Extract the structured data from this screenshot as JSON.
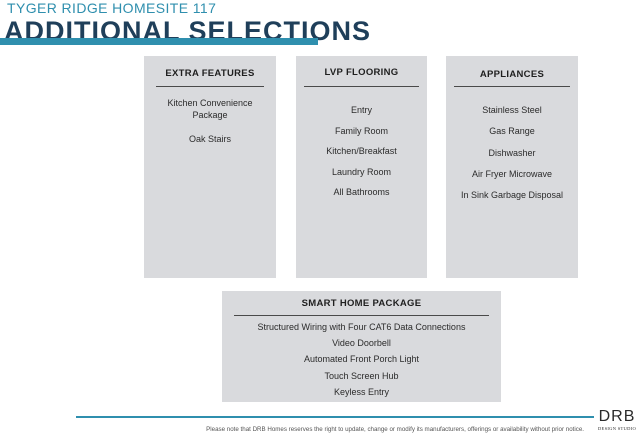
{
  "header": {
    "kicker": "TYGER RIDGE HOMESITE 117",
    "title": "ADDITIONAL SELECTIONS"
  },
  "panels": {
    "extra_features": {
      "title": "EXTRA FEATURES",
      "items": [
        "Kitchen Convenience Package",
        "Oak Stairs"
      ]
    },
    "lvp_flooring": {
      "title": "LVP FLOORING",
      "items": [
        "Entry",
        "Family Room",
        "Kitchen/Breakfast",
        "Laundry Room",
        "All Bathrooms"
      ]
    },
    "appliances": {
      "title": "APPLIANCES",
      "items": [
        "Stainless Steel",
        "Gas Range",
        "Dishwasher",
        "Air Fryer Microwave",
        "In Sink Garbage Disposal"
      ]
    },
    "smart_home": {
      "title": "SMART HOME PACKAGE",
      "items": [
        "Structured Wiring with Four CAT6 Data Connections",
        "Video Doorbell",
        "Automated Front Porch Light",
        "Touch Screen Hub",
        "Keyless Entry"
      ]
    }
  },
  "footer": {
    "disclaimer": "Please note that DRB Homes reserves the right to update, change or modify its manufacturers, offerings or availability without prior notice.",
    "logo_mark": "DRB",
    "logo_sub": "DESIGN STUDIO"
  },
  "colors": {
    "accent": "#2f8fae",
    "title": "#1f3f5a",
    "panel_bg": "#d9dadd"
  }
}
